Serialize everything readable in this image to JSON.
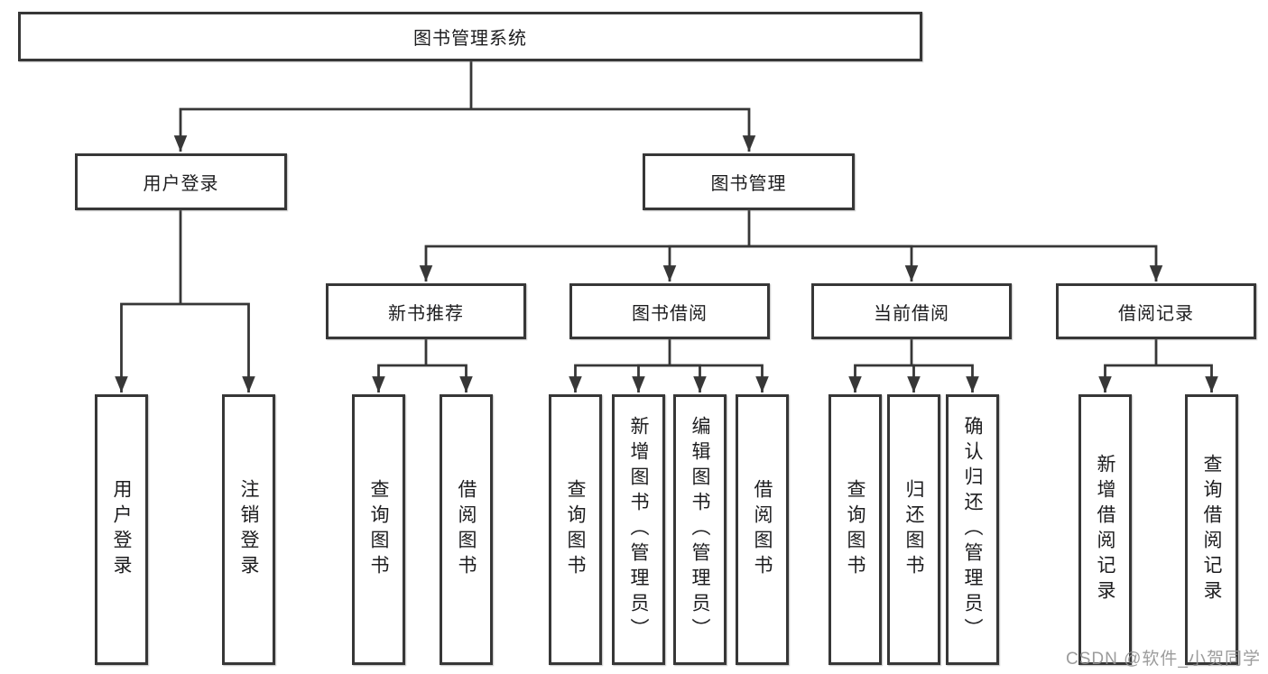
{
  "tree": {
    "root": "图书管理系统",
    "branches": [
      {
        "label": "用户登录",
        "children": [
          "用户登录",
          "注销登录"
        ]
      },
      {
        "label": "图书管理",
        "children": [
          {
            "label": "新书推荐",
            "children": [
              "查询图书",
              "借阅图书"
            ]
          },
          {
            "label": "图书借阅",
            "children": [
              "查询图书",
              "新增图书（管理员）",
              "编辑图书（管理员）",
              "借阅图书"
            ]
          },
          {
            "label": "当前借阅",
            "children": [
              "查询图书",
              "归还图书",
              "确认归还（管理员）"
            ]
          },
          {
            "label": "借阅记录",
            "children": [
              "新增借阅记录",
              "查询借阅记录"
            ]
          }
        ]
      }
    ]
  },
  "watermark": "CSDN @软件_小贺同学",
  "colors": {
    "line": "#373737",
    "box_border": "#373737",
    "text": "#1d1d1f",
    "background": "#ffffff",
    "watermark": "#919191"
  }
}
